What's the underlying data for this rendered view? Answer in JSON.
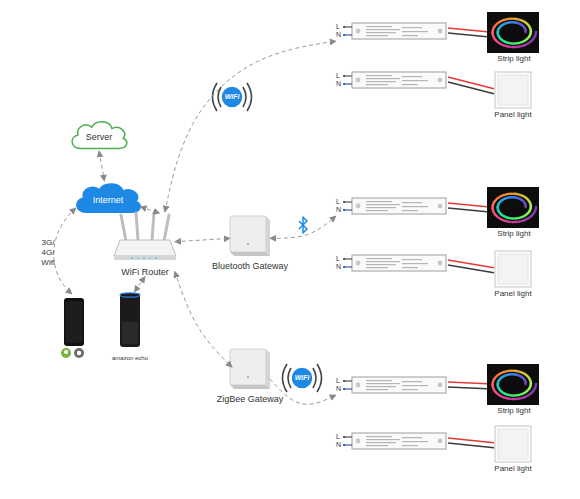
{
  "diagram": {
    "nodes": [
      {
        "text": [
          "Server"
        ]
      },
      {
        "text": [
          "Internet"
        ]
      },
      {
        "text": [
          "WiFi Router"
        ]
      },
      {
        "text": [
          "Bluetooth Gateway"
        ]
      },
      {
        "text": [
          "ZigBee Gateway"
        ]
      },
      {
        "text": [
          "amazon echo"
        ]
      },
      {
        "text": [
          "L",
          "N"
        ]
      },
      {
        "text": [
          "Strip light"
        ]
      },
      {
        "text": [
          "L",
          "N"
        ]
      },
      {
        "text": [
          "Panel light"
        ]
      },
      {
        "text": [
          "L",
          "N"
        ]
      },
      {
        "text": [
          "Strip light"
        ]
      },
      {
        "text": [
          "L",
          "N"
        ]
      },
      {
        "text": [
          "Panel light"
        ]
      },
      {
        "text": [
          "L",
          "N"
        ]
      },
      {
        "text": [
          "Strip light"
        ]
      },
      {
        "text": [
          "L",
          "N"
        ]
      },
      {
        "text": [
          "Panel light"
        ]
      }
    ],
    "edges": [
      {
        "from": 0,
        "to": 1,
        "arrow": "both"
      },
      {
        "from": 1,
        "to": 2,
        "arrow": "both"
      },
      {
        "from": 2,
        "to": 3,
        "arrow": "both"
      },
      {
        "from": 2,
        "to": 4,
        "arrow": "both"
      },
      {
        "from": 2,
        "to": 5,
        "arrow": "both"
      },
      {
        "from": 2,
        "to": 6,
        "arrow": "both"
      },
      {
        "from": 3,
        "to": 10,
        "arrow": "both"
      },
      {
        "from": 4,
        "to": 14,
        "arrow": "to"
      },
      {
        "from": 6,
        "to": 7,
        "arrow": "none"
      },
      {
        "from": 8,
        "to": 9,
        "arrow": "none"
      },
      {
        "from": 10,
        "to": 11,
        "arrow": "none"
      },
      {
        "from": 12,
        "to": 13,
        "arrow": "none"
      },
      {
        "from": 14,
        "to": 15,
        "arrow": "none"
      },
      {
        "from": 16,
        "to": 17,
        "arrow": "none"
      }
    ],
    "labels": [
      "3G/ 4G/ Wifi",
      "WiFi",
      "WiFi"
    ]
  }
}
